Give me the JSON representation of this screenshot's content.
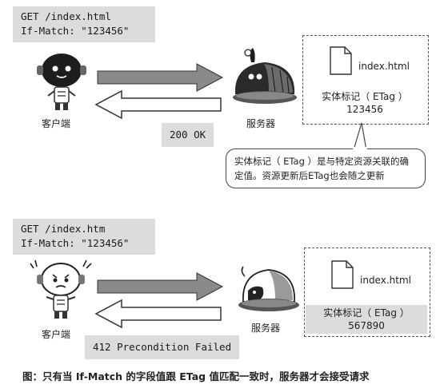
{
  "panel1": {
    "request": "GET /index.html\nIf-Match: \"123456\"",
    "client_label": "客户端",
    "server_label": "服务器",
    "response": "200 OK",
    "file_name": "index.html",
    "etag_label": "实体标记（ ETag ）",
    "etag_value": "123456",
    "callout": "实体标记（ ETag ）是与特定资源关联的确定值。资源更新后ETag也会随之更新"
  },
  "panel2": {
    "request": "GET /index.htm\nIf-Match: \"123456\"",
    "client_label": "客户端",
    "server_label": "服务器",
    "response": "412 Precondition Failed",
    "file_name": "index.html",
    "etag_label": "实体标记（ ETag ）",
    "etag_value": "567890"
  },
  "caption": "图：只有当 If-Match 的字段值跟 ETag 值匹配一致时，服务器才会接受请求",
  "colors": {
    "box_gray": "#dcdcdc",
    "arrow_gray": "#8a8a8a",
    "ink": "#222222"
  }
}
